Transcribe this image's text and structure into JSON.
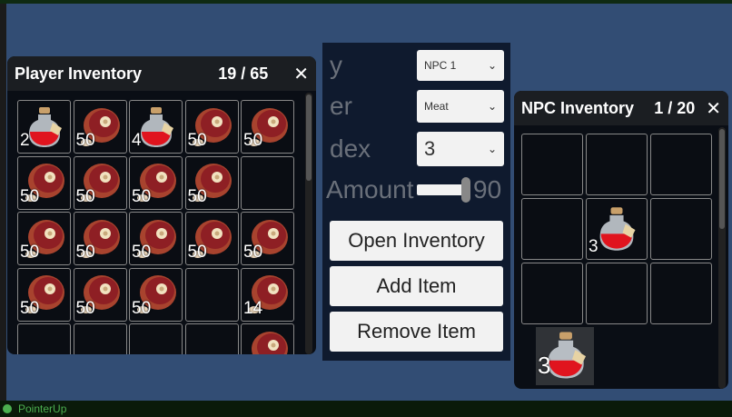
{
  "status_text": "PointerUp",
  "control_panel": {
    "title_fragment": "y",
    "labels": [
      "er",
      "dex",
      "Amount"
    ],
    "npc_dropdown": "NPC 1",
    "item_dropdown": "Meat",
    "index_dropdown": "3",
    "amount_value": "90",
    "amount_fraction": 0.9,
    "open_inventory": "Open Inventory",
    "add_item": "Add Item",
    "remove_item": "Remove Item"
  },
  "player_inventory": {
    "title": "Player Inventory",
    "count": "19 / 65",
    "close": "✕",
    "slots": [
      {
        "item": "potion",
        "qty": "2"
      },
      {
        "item": "meat",
        "qty": "50"
      },
      {
        "item": "potion",
        "qty": "4"
      },
      {
        "item": "meat",
        "qty": "50"
      },
      {
        "item": "meat",
        "qty": "50"
      },
      {
        "item": "meat",
        "qty": "50"
      },
      {
        "item": "meat",
        "qty": "50"
      },
      {
        "item": "meat",
        "qty": "50"
      },
      {
        "item": "meat",
        "qty": "50"
      },
      {
        "item": "",
        "qty": ""
      },
      {
        "item": "meat",
        "qty": "50"
      },
      {
        "item": "meat",
        "qty": "50"
      },
      {
        "item": "meat",
        "qty": "50"
      },
      {
        "item": "meat",
        "qty": "50"
      },
      {
        "item": "meat",
        "qty": "50"
      },
      {
        "item": "meat",
        "qty": "50"
      },
      {
        "item": "meat",
        "qty": "50"
      },
      {
        "item": "meat",
        "qty": "50"
      },
      {
        "item": "",
        "qty": ""
      },
      {
        "item": "meat",
        "qty": "14"
      },
      {
        "item": "",
        "qty": ""
      },
      {
        "item": "",
        "qty": ""
      },
      {
        "item": "",
        "qty": ""
      },
      {
        "item": "",
        "qty": ""
      },
      {
        "item": "meat",
        "qty": ""
      }
    ]
  },
  "npc_inventory": {
    "title": "NPC Inventory",
    "count": "1 / 20",
    "close": "✕",
    "slots": [
      {
        "item": "",
        "qty": ""
      },
      {
        "item": "",
        "qty": ""
      },
      {
        "item": "",
        "qty": ""
      },
      {
        "item": "",
        "qty": ""
      },
      {
        "item": "potion",
        "qty": "3"
      },
      {
        "item": "",
        "qty": ""
      },
      {
        "item": "",
        "qty": ""
      },
      {
        "item": "",
        "qty": ""
      },
      {
        "item": "",
        "qty": ""
      }
    ]
  },
  "drag_item": {
    "item": "potion",
    "qty": "3"
  }
}
